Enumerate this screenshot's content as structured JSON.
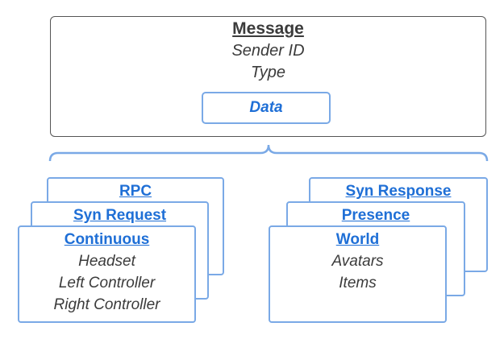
{
  "message": {
    "title": "Message",
    "fields": [
      "Sender ID",
      "Type"
    ],
    "data_label": "Data"
  },
  "left_stack": {
    "back": "RPC",
    "middle": "Syn Request",
    "front": "Continuous",
    "front_items": [
      "Headset",
      "Left Controller",
      "Right Controller"
    ]
  },
  "right_stack": {
    "back": "Syn Response",
    "middle": "Presence",
    "front": "World",
    "front_items": [
      "Avatars",
      "Items"
    ]
  },
  "colors": {
    "accent": "#1f6fd6",
    "card_border": "#7aa9e6",
    "message_border": "#555555",
    "text": "#3b3b3b"
  }
}
